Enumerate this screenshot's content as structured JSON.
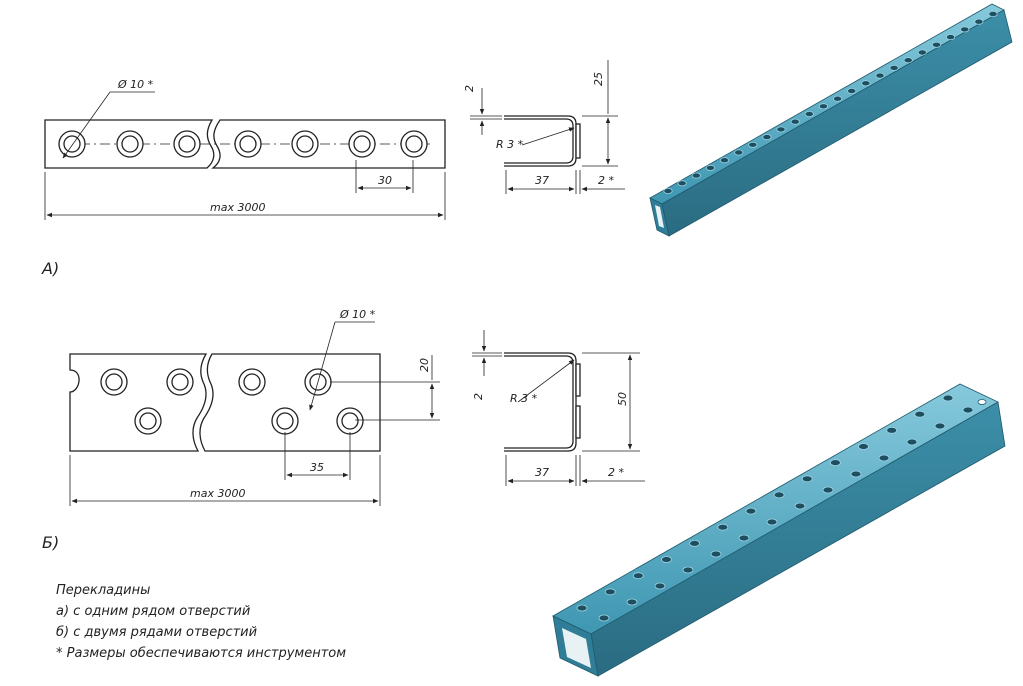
{
  "variant_a": {
    "label": "А)",
    "hole_diameter": "Ø 10 *",
    "pitch": "30",
    "length": "max 3000",
    "wall": "2",
    "radius": "R 3 *",
    "height": "25",
    "width": "37",
    "clearance": "2 *"
  },
  "variant_b": {
    "label": "Б)",
    "hole_diameter": "Ø 10 *",
    "row_offset": "20",
    "pitch": "35",
    "length": "max 3000",
    "wall": "2",
    "radius": "R 3 *",
    "height": "50",
    "width": "37",
    "clearance": "2 *"
  },
  "legend": {
    "title": "Перекладины",
    "line_a": "а) с одним рядом отверстий",
    "line_b": "б) с двумя рядами отверстий",
    "note": "* Размеры обеспечиваются инструментом"
  },
  "colors": {
    "metal": "#3f97b2",
    "metal_dark": "#2b6f86",
    "metal_light": "#7fc3d6",
    "line": "#222222"
  }
}
